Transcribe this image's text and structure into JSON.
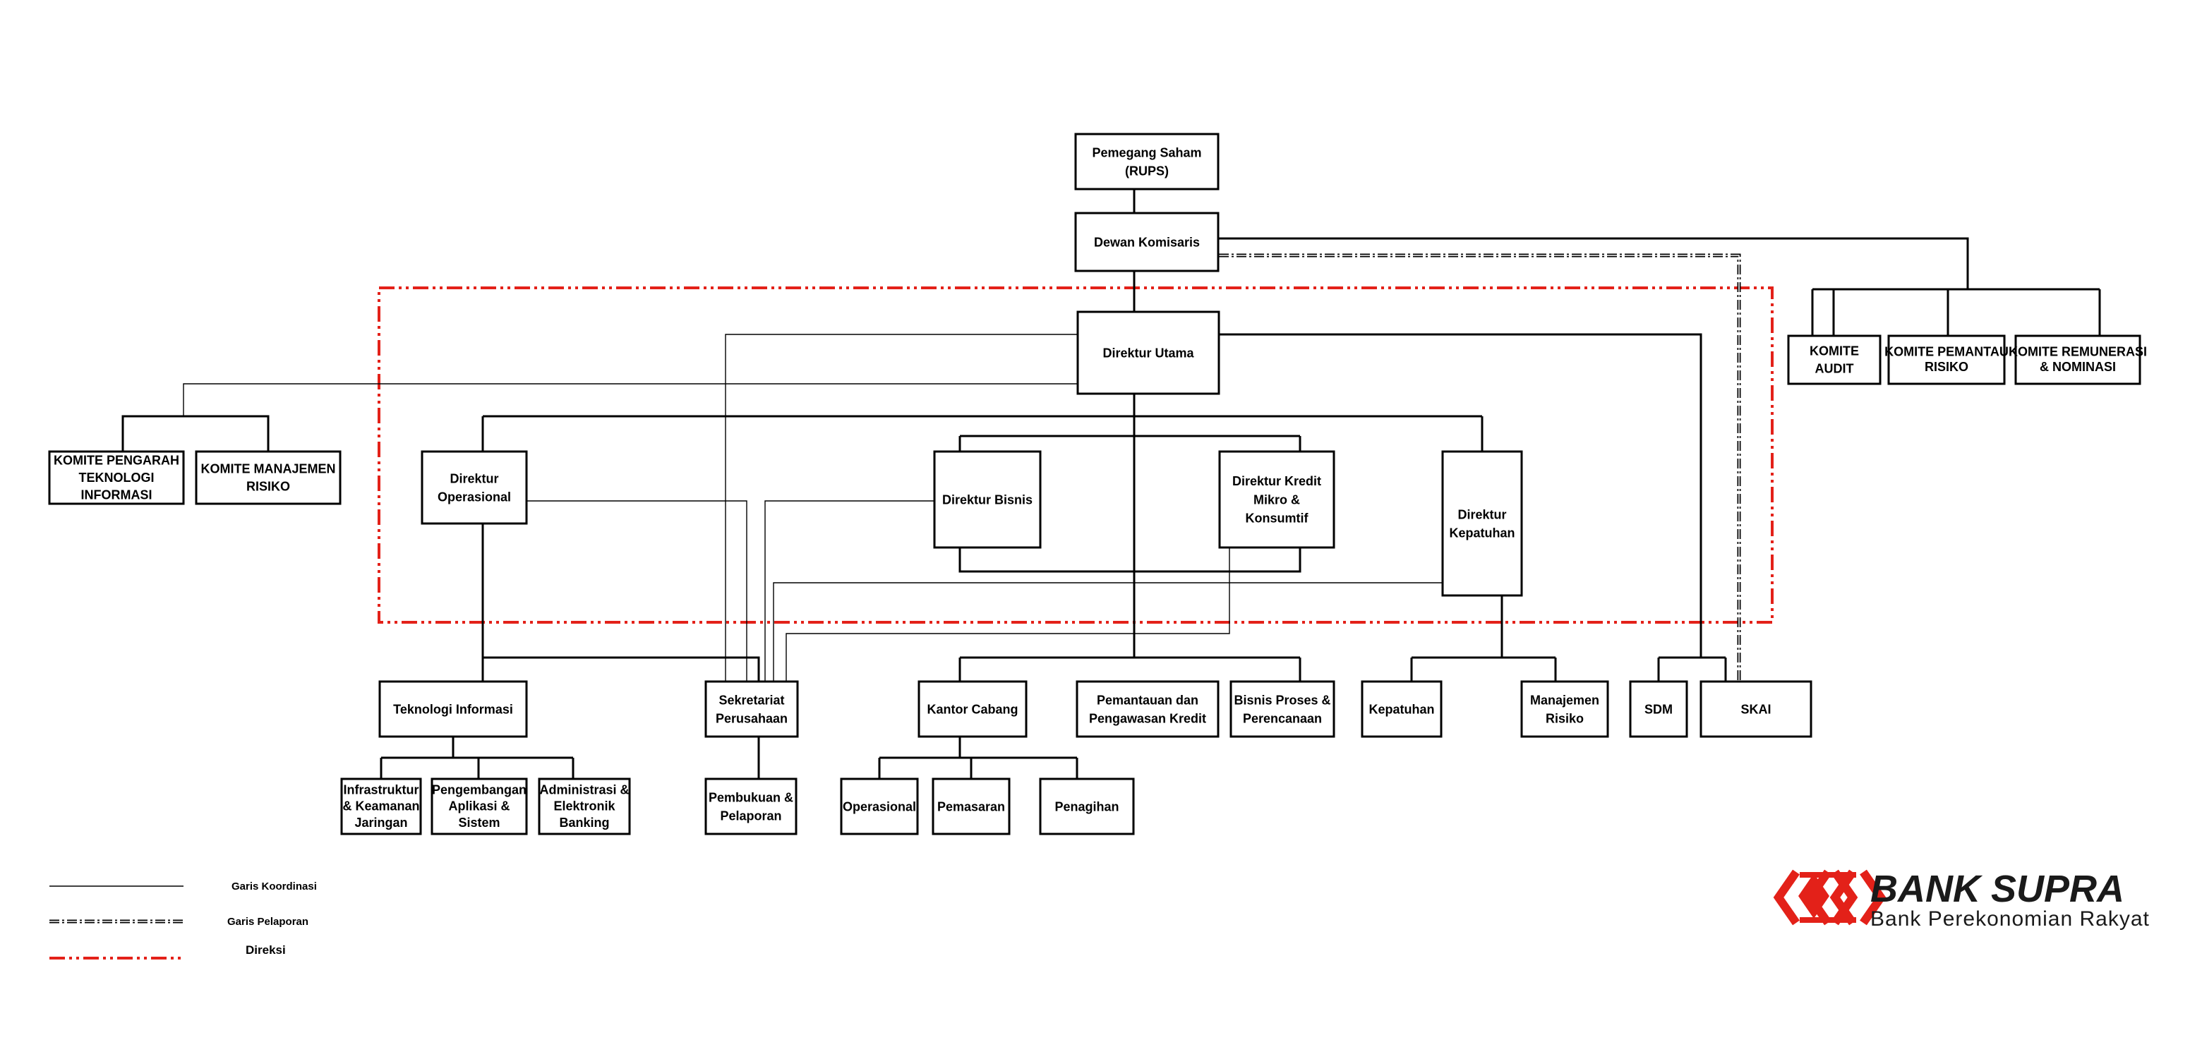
{
  "colors": {
    "direksi_line": "#e32119",
    "logo_red": "#e32119",
    "box_border": "#000000"
  },
  "boxes": {
    "rups": [
      "Pemegang Saham",
      "(RUPS)"
    ],
    "dewan_komisaris": [
      "Dewan Komisaris"
    ],
    "direktur_utama": [
      "Direktur Utama"
    ],
    "komite_audit": [
      "KOMITE",
      "AUDIT"
    ],
    "komite_pemantau_risiko": [
      "KOMITE PEMANTAU",
      "RISIKO"
    ],
    "komite_remunerasi": [
      "KOMITE REMUNERASI",
      "& NOMINASI"
    ],
    "komite_pengarah_ti": [
      "KOMITE PENGARAH",
      "TEKNOLOGI",
      "INFORMASI"
    ],
    "komite_manajemen_risiko": [
      "KOMITE MANAJEMEN",
      "RISIKO"
    ],
    "direktur_operasional": [
      "Direktur",
      "Operasional"
    ],
    "direktur_bisnis": [
      "Direktur Bisnis"
    ],
    "direktur_kredit": [
      "Direktur Kredit",
      "Mikro &",
      "Konsumtif"
    ],
    "direktur_kepatuhan": [
      "Direktur",
      "Kepatuhan"
    ],
    "teknologi_informasi": [
      "Teknologi Informasi"
    ],
    "sekretariat": [
      "Sekretariat",
      "Perusahaan"
    ],
    "kantor_cabang": [
      "Kantor Cabang"
    ],
    "pemantauan": [
      "Pemantauan dan",
      "Pengawasan Kredit"
    ],
    "bisnis_proses": [
      "Bisnis Proses &",
      "Perencanaan"
    ],
    "kepatuhan": [
      "Kepatuhan"
    ],
    "manajemen_risiko": [
      "Manajemen",
      "Risiko"
    ],
    "sdm": [
      "SDM"
    ],
    "skai": [
      "SKAI"
    ],
    "infrastruktur": [
      "Infrastruktur",
      "& Keamanan",
      "Jaringan"
    ],
    "pengembangan": [
      "Pengembangan",
      "Aplikasi &",
      "Sistem"
    ],
    "administrasi": [
      "Administrasi &",
      "Elektronik",
      "Banking"
    ],
    "pembukuan": [
      "Pembukuan &",
      "Pelaporan"
    ],
    "operasional": [
      "Operasional"
    ],
    "pemasaran": [
      "Pemasaran"
    ],
    "penagihan": [
      "Penagihan"
    ]
  },
  "legend": {
    "koordinasi": "Garis Koordinasi",
    "pelaporan": "Garis Pelaporan",
    "direksi": "Direksi"
  },
  "logo": {
    "name": "BANK SUPRA",
    "subtitle": "Bank Perekonomian Rakyat"
  }
}
